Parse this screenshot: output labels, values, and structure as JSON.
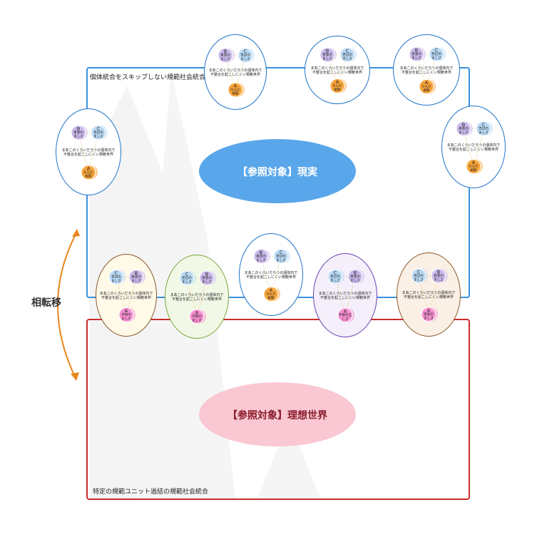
{
  "regions": {
    "upper_label": "個体統合をスキップしない規範社会統合",
    "lower_label": "特定の規範ユニット過結の規範社会統合"
  },
  "ellipses": {
    "reality": "【参照対象】現実",
    "ideal": "【参照対象】理想世界"
  },
  "side_label": "相転移",
  "unit_text": {
    "line1": "まあこのくらいだろうの個体内で",
    "line2": "不整合を起こしにくい規範世界"
  },
  "upper_units": [
    {
      "left": {
        "letter": "B",
        "text": "善意の\nましさ"
      },
      "right": {
        "letter": "C",
        "text": "世辺の\nましさ"
      },
      "bottom": {
        "letter": "A",
        "text": "なんだ\n規範"
      }
    },
    {
      "left": {
        "letter": "B",
        "text": "善意の\nましさ"
      },
      "right": {
        "letter": "C",
        "text": "世辺の\nましさ"
      },
      "bottom": {
        "letter": "A",
        "text": "なんだ\n規範"
      }
    },
    {
      "left": {
        "letter": "B",
        "text": "善意の\nましさ"
      },
      "right": {
        "letter": "C",
        "text": "世辺の\nましさ"
      },
      "bottom": {
        "letter": "A",
        "text": "なんだ\n規範"
      }
    },
    {
      "left": {
        "letter": "B",
        "text": "善意の\nましさ"
      },
      "right": {
        "letter": "C",
        "text": "世辺の\nましさ"
      },
      "bottom": {
        "letter": "A",
        "text": "なんだ\n規範"
      }
    },
    {
      "left": {
        "letter": "B",
        "text": "善意の\nましさ"
      },
      "right": {
        "letter": "C",
        "text": "世辺の\nましさ"
      },
      "bottom": {
        "letter": "A",
        "text": "なんだ\n規範"
      }
    },
    {
      "left": {
        "letter": "B",
        "text": "善意の\nましさ"
      },
      "right": {
        "letter": "C",
        "text": "世辺の\nましさ"
      },
      "bottom": {
        "letter": "A",
        "text": "なんだ\n規範"
      }
    }
  ],
  "lower_units": [
    {
      "left": {
        "letter": "C",
        "text": "世辺の\nましさ"
      },
      "right": {
        "letter": "B",
        "text": "善意の\nましさ"
      },
      "bottom": {
        "letter": "A",
        "text": "学術の\nましさ"
      }
    },
    {
      "left": {
        "letter": "C",
        "text": "世辺の\nましさ"
      },
      "right": {
        "letter": "B",
        "text": "善意の\nましさ"
      },
      "bottom": {
        "letter": "A",
        "text": "学術の\nましさ"
      }
    },
    {
      "left": {
        "letter": "C",
        "text": "世辺の\nましさ"
      },
      "right": {
        "letter": "B",
        "text": "善意の\nましさ"
      },
      "bottom": {
        "letter": "A",
        "text": "学術の正\nしさ"
      }
    },
    {
      "left": {
        "letter": "C",
        "text": "世辺の\nましさ"
      },
      "right": {
        "letter": "B",
        "text": "善意の\nましさ"
      },
      "bottom": {
        "letter": "A",
        "text": "善意の\nましさ"
      }
    }
  ],
  "colors": {
    "upper_frame": "#3a8fe0",
    "lower_frame": "#cc2b2b",
    "reality_fill": "#5aa6ea",
    "reality_text": "#ffffff",
    "ideal_fill": "#f9c8d2",
    "ideal_text": "#8a1c2c",
    "arrow": "#e8861c",
    "b_circle": "#c9b8ea",
    "c_circle": "#b8d8f4",
    "a_circle": "#f7a43a",
    "a_pink": "#f58fd0"
  }
}
